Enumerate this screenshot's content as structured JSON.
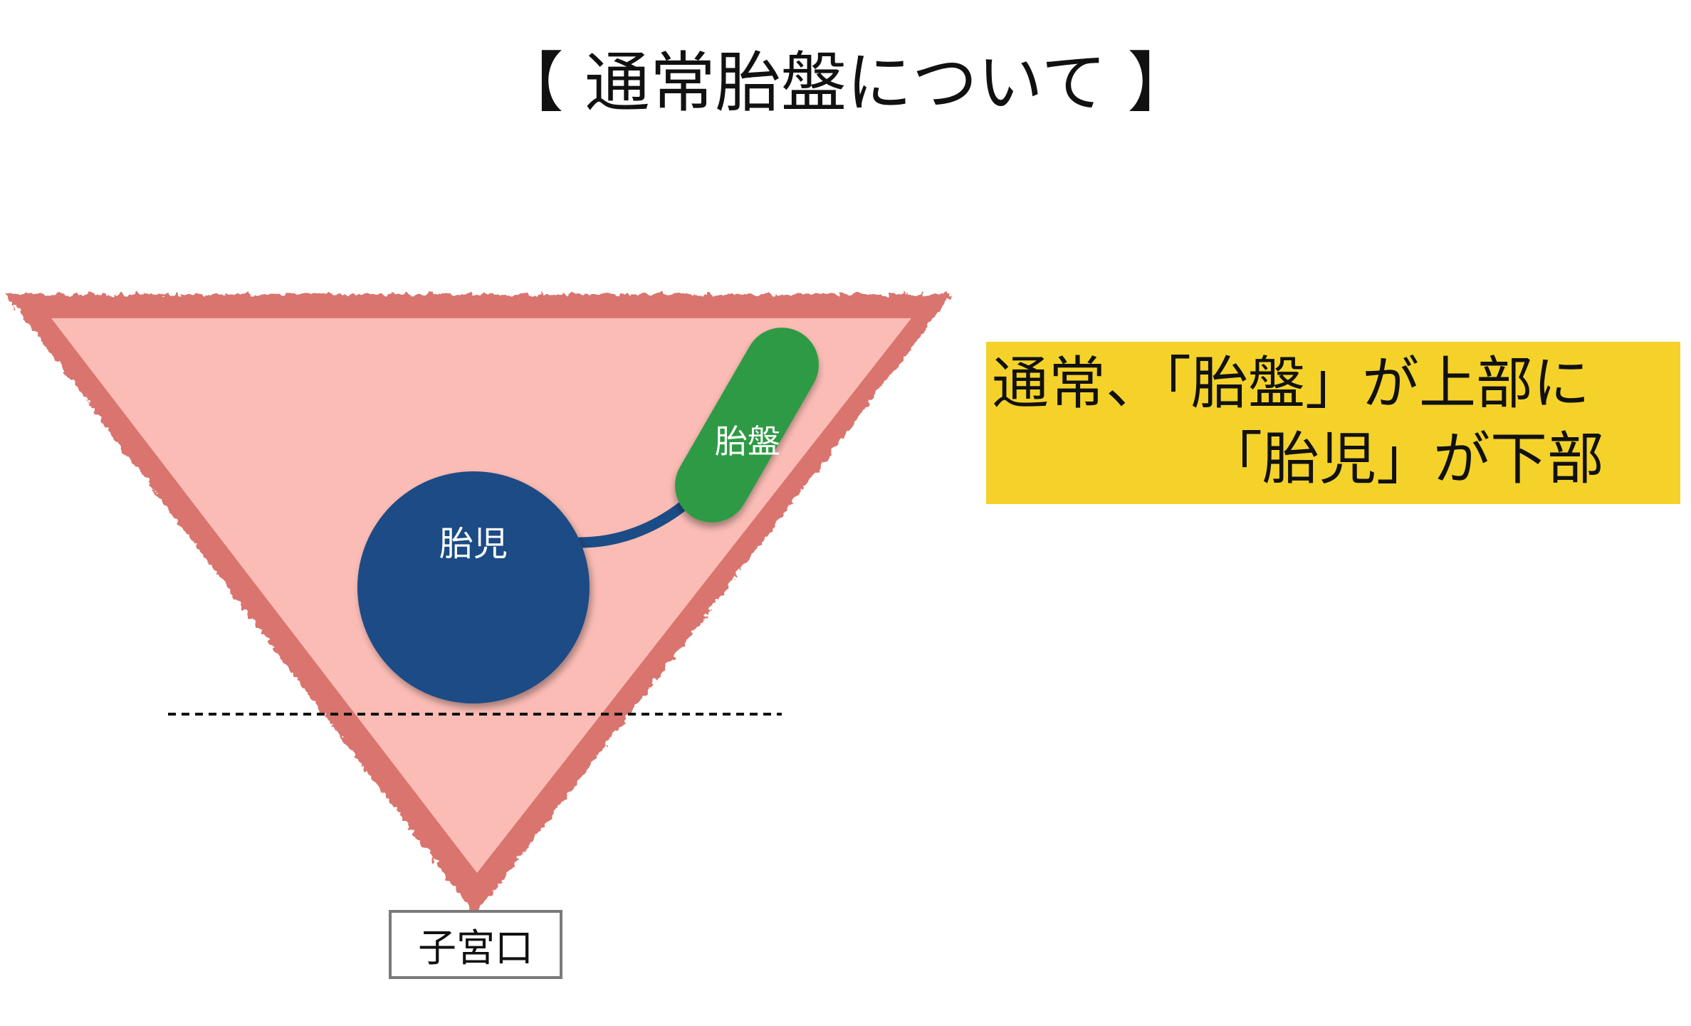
{
  "title": "【 通常胎盤について 】",
  "diagram": {
    "uterus_fill": "#fbbcb5",
    "uterus_border": "#d9756e",
    "fetus_label": "胎児",
    "fetus_color": "#1b4c85",
    "placenta_label": "胎盤",
    "placenta_color": "#2e9a44",
    "cervix_label": "子宮口"
  },
  "callout": {
    "line1": "通常、「胎盤」が上部に",
    "line2": "「胎児」が下部",
    "background": "#f4d22a"
  }
}
